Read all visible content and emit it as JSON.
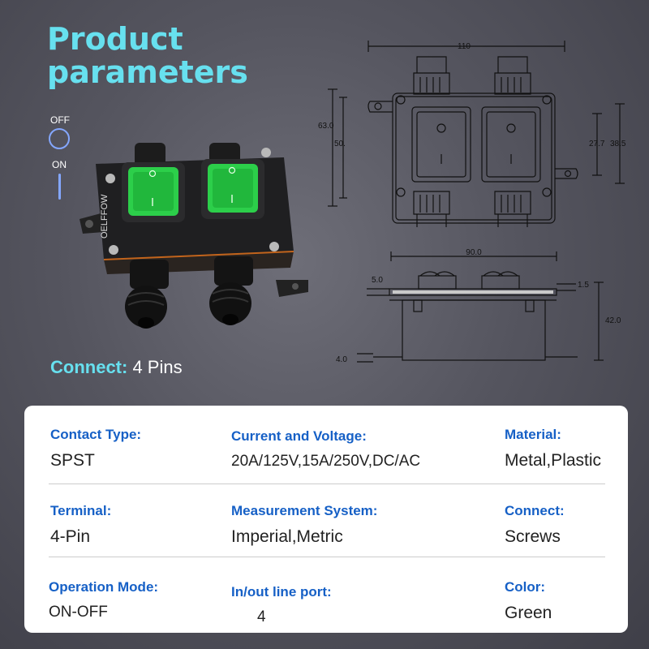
{
  "title": {
    "line1": "Product",
    "line2": "parameters"
  },
  "legend": {
    "off_label": "OFF",
    "off_icon": "circle-icon",
    "on_label": "ON",
    "on_icon": "vertical-bar-icon"
  },
  "product": {
    "brand": "OELFFOW",
    "connect": {
      "label": "Connect:",
      "value": "4 Pins"
    }
  },
  "drawing": {
    "top": {
      "width": "110",
      "height_outer": "63.0",
      "height_inner": "50.",
      "switch_h": "27.7",
      "switch_w": "38.5"
    },
    "side": {
      "width": "90.0",
      "left_offset": "5.0",
      "top_offset": "1.5",
      "height": "42.0",
      "base": "4.0"
    }
  },
  "specs": [
    {
      "key": "Contact Type:",
      "value": "SPST"
    },
    {
      "key": "Current and Voltage:",
      "value": "20A/125V,15A/250V,DC/AC"
    },
    {
      "key": "Material:",
      "value": "Metal,Plastic"
    },
    {
      "key": "Terminal:",
      "value": "4-Pin"
    },
    {
      "key": "Measurement System:",
      "value": "Imperial,Metric"
    },
    {
      "key": "Connect:",
      "value": "Screws"
    },
    {
      "key": "Operation Mode:",
      "value": "ON-OFF"
    },
    {
      "key": "In/out line port:",
      "value": "4"
    },
    {
      "key": "Color:",
      "value": "Green"
    }
  ],
  "colors": {
    "accent": "#67e0ef",
    "key_text": "#1660c6",
    "switch_green": "#2ccf4a",
    "legend_blue": "#84a7ff"
  }
}
